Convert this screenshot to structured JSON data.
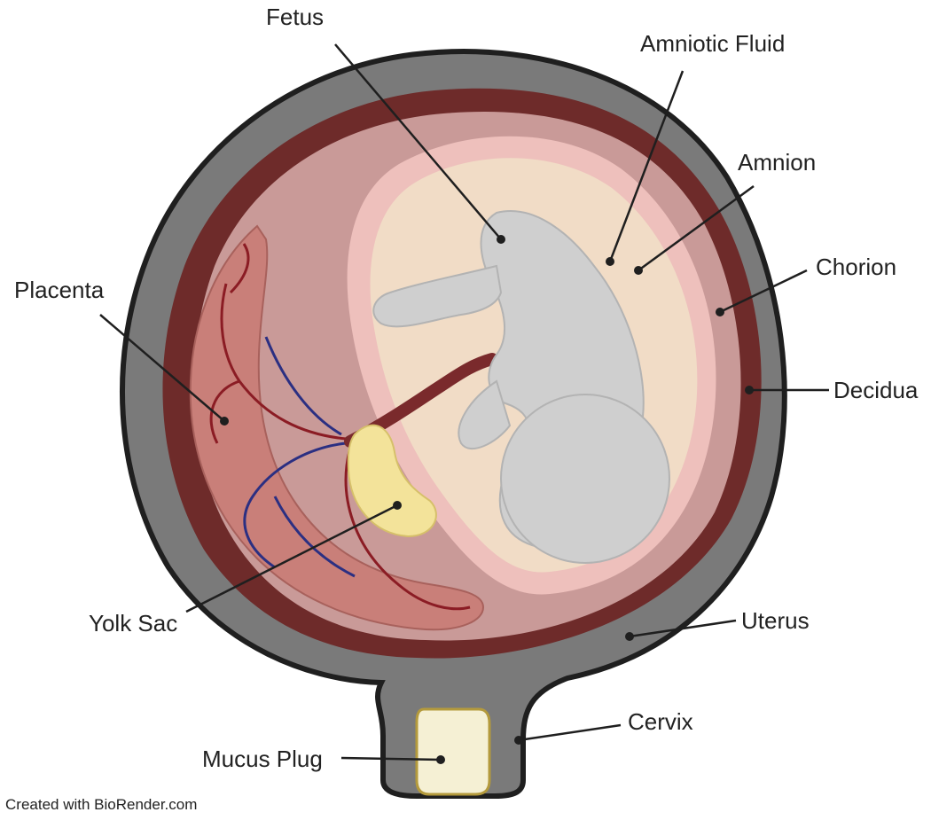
{
  "labels": {
    "fetus": "Fetus",
    "amniotic_fluid": "Amniotic Fluid",
    "amnion": "Amnion",
    "chorion": "Chorion",
    "decidua": "Decidua",
    "placenta": "Placenta",
    "yolk_sac": "Yolk Sac",
    "uterus": "Uterus",
    "cervix": "Cervix",
    "mucus_plug": "Mucus Plug"
  },
  "credit": "Created with BioRender.com",
  "colors": {
    "uterus_wall": "#7a7a7a",
    "uterus_outline": "#1f1f1f",
    "decidua": "#6e2b2a",
    "chorion": "#c99a98",
    "amnion": "#eec0bc",
    "amniotic_fluid": "#f1dcc6",
    "placenta": "#c97f79",
    "vessels_artery": "#8b1c24",
    "vessels_vein": "#2b2f82",
    "yolk_sac": "#f3e39a",
    "fetus": "#cfcfcf",
    "mucus_plug": "#f5f0d4"
  }
}
